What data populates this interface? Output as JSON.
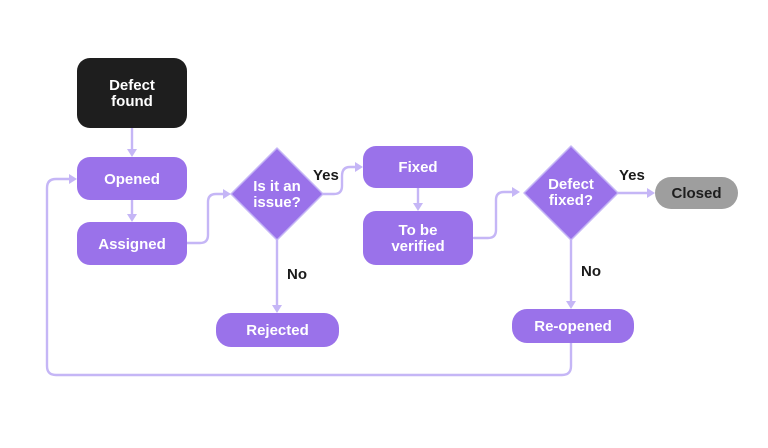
{
  "colors": {
    "process": "#9a72ea",
    "start": "#1e1e1e",
    "end": "#9e9e9e",
    "connector": "#c5b6f6",
    "text_light": "#ffffff",
    "text_dark": "#1a1a1a"
  },
  "nodes": {
    "defect_found": {
      "line1": "Defect",
      "line2": "found"
    },
    "opened": {
      "label": "Opened"
    },
    "assigned": {
      "label": "Assigned"
    },
    "is_issue": {
      "line1": "Is it an",
      "line2": "issue?"
    },
    "rejected": {
      "label": "Rejected"
    },
    "fixed": {
      "label": "Fixed"
    },
    "to_be_verified": {
      "line1": "To be",
      "line2": "verified"
    },
    "defect_fixed": {
      "line1": "Defect",
      "line2": "fixed?"
    },
    "closed": {
      "label": "Closed"
    },
    "reopened": {
      "label": "Re-opened"
    }
  },
  "edge_labels": {
    "issue_yes": "Yes",
    "issue_no": "No",
    "fixed_yes": "Yes",
    "fixed_no": "No"
  }
}
